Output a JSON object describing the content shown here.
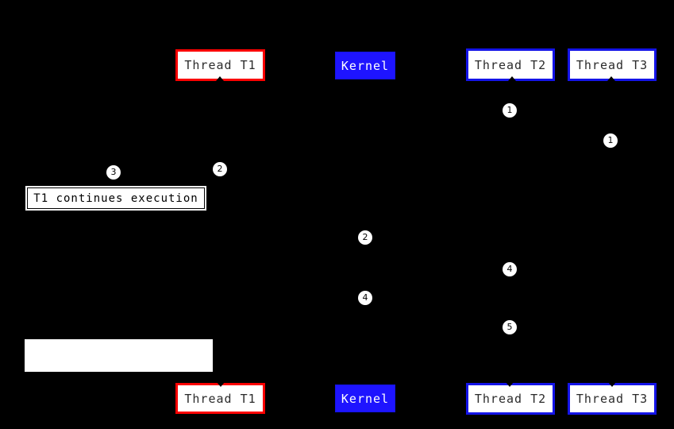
{
  "palette": {
    "background": "#000000",
    "red_accent": "#fa0000",
    "blue_accent": "#1414e8",
    "kernel_fill": "#1e14ff",
    "box_fill": "#ffffff",
    "box_text": "#2b2b2b",
    "kernel_text": "#ffffff",
    "marker_fill": "#ffffff",
    "marker_text": "#000000"
  },
  "boxes": {
    "top": [
      {
        "label": "Thread T1",
        "variant": "red-outline"
      },
      {
        "label": "Kernel",
        "variant": "blue-filled"
      },
      {
        "label": "Thread T2",
        "variant": "blue-outline"
      },
      {
        "label": "Thread T3",
        "variant": "blue-outline"
      }
    ],
    "bottom": [
      {
        "label": "Thread T1",
        "variant": "red-outline"
      },
      {
        "label": "Kernel",
        "variant": "blue-filled"
      },
      {
        "label": "Thread T2",
        "variant": "blue-outline"
      },
      {
        "label": "Thread T3",
        "variant": "blue-outline"
      }
    ]
  },
  "markers": [
    {
      "n": "1"
    },
    {
      "n": "1"
    },
    {
      "n": "3"
    },
    {
      "n": "2"
    },
    {
      "n": "2"
    },
    {
      "n": "4"
    },
    {
      "n": "4"
    },
    {
      "n": "5"
    }
  ],
  "note": {
    "text": "T1 continues execution"
  }
}
